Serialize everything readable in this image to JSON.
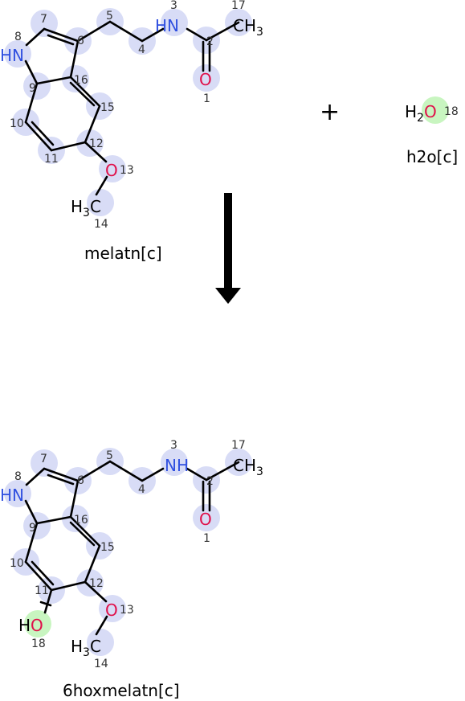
{
  "reactants": [
    {
      "id": "melatn[c]",
      "caption": "melatn[c]",
      "atoms": {
        "n8": "HN",
        "n3": "HN",
        "o1": "O",
        "o13": "O",
        "c17": "CH3",
        "c14": "H3C"
      },
      "numbers": {
        "a1": "1",
        "a2": "2",
        "a3": "3",
        "a4": "4",
        "a5": "5",
        "a6": "6",
        "a7": "7",
        "a8": "8",
        "a9": "9",
        "a10": "10",
        "a11": "11",
        "a12": "12",
        "a13": "13",
        "a14": "14",
        "a15": "15",
        "a16": "16",
        "a17": "17"
      }
    },
    {
      "id": "h2o[c]",
      "caption": "h2o[c]",
      "atoms": {
        "o18": "H2O"
      },
      "numbers": {
        "a18": "18"
      }
    }
  ],
  "plus": "+",
  "product": {
    "id": "6hoxmelatn[c]",
    "caption": "6hoxmelatn[c]",
    "atoms": {
      "n8": "HN",
      "n3": "NH",
      "o1": "O",
      "o13": "O",
      "o18": "HO",
      "c17": "CH3",
      "c14": "H3C"
    },
    "numbers": {
      "a1": "1",
      "a2": "2",
      "a3": "3",
      "a4": "4",
      "a5": "5",
      "a6": "6",
      "a7": "7",
      "a8": "8",
      "a9": "9",
      "a10": "10",
      "a11": "11",
      "a12": "12",
      "a13": "13",
      "a14": "14",
      "a15": "15",
      "a16": "16",
      "a17": "17",
      "a18": "18"
    }
  },
  "colors": {
    "highlight": "#d8dcf6",
    "new_atom": "#c8f5c0",
    "nitrogen": "#3050e0",
    "oxygen": "#e0104a",
    "bond": "#000000"
  }
}
